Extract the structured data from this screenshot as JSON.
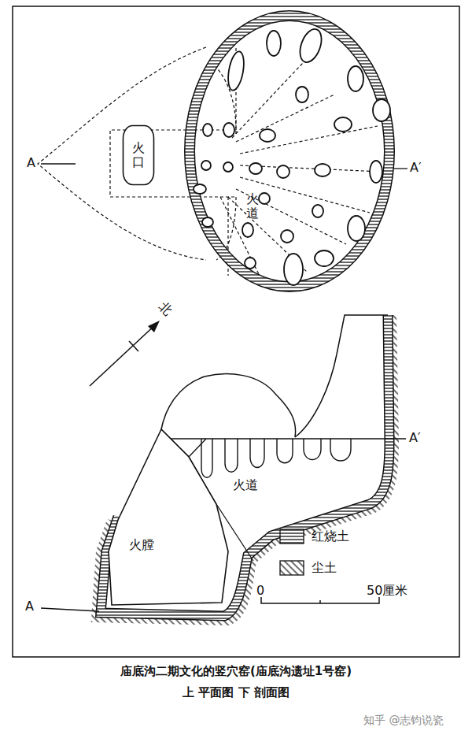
{
  "diagram": {
    "caption": "庙底沟二期文化的竖穴窑(庙底沟遗址1号窑)",
    "nodes": [
      {
        "text": [
          "火口"
        ]
      },
      {
        "text": [
          "火膛"
        ]
      }
    ],
    "labels": [
      "A",
      "A′",
      "火道",
      "北",
      "A′",
      "火道",
      "0",
      "50厘米",
      "A",
      "上 平面图 下 剖面图",
      "知乎 @志钧说瓷"
    ],
    "legend": [
      {
        "text": "红烧土"
      },
      {
        "text": "尘土"
      }
    ]
  }
}
